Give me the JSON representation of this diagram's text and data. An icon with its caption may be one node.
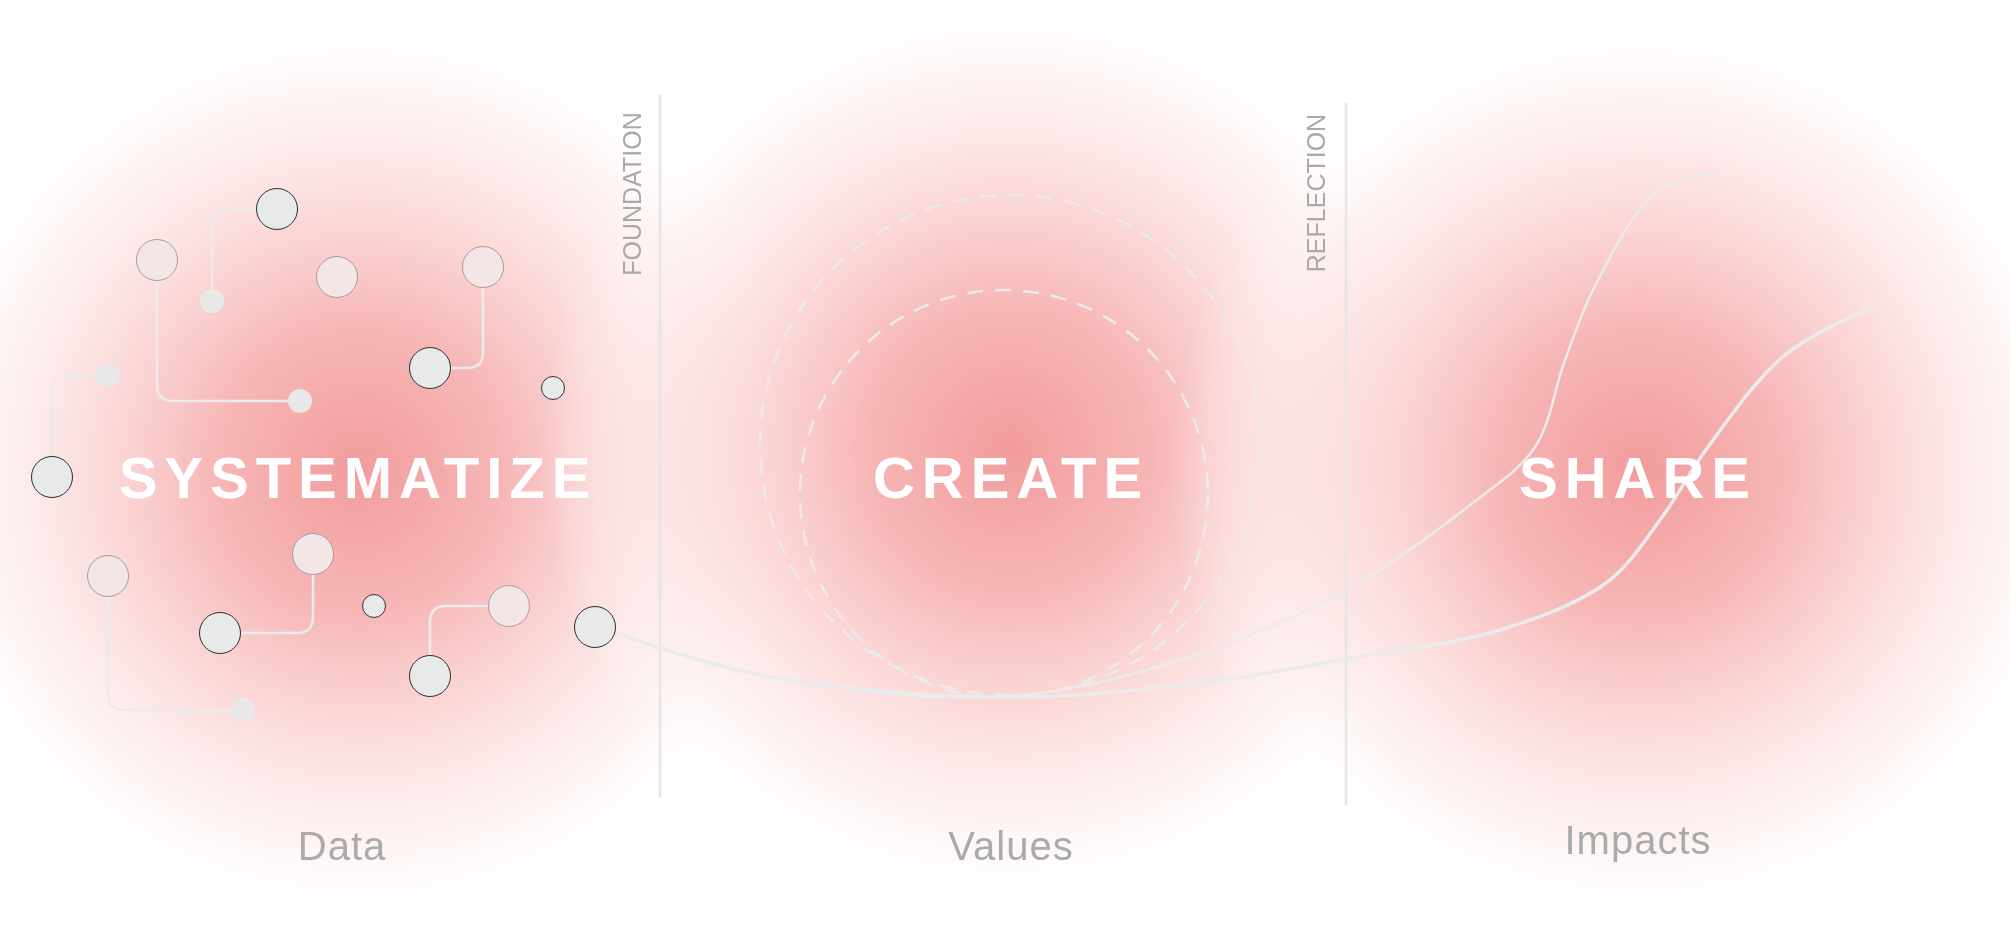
{
  "diagram": {
    "nodes": [
      {
        "text": [],
        "shape": "circle"
      },
      {
        "text": [],
        "shape": "circle"
      },
      {
        "text": [],
        "shape": "circle"
      },
      {
        "text": [],
        "shape": "circle"
      },
      {
        "text": [],
        "shape": "circle"
      },
      {
        "text": [],
        "shape": "circle"
      },
      {
        "text": [],
        "shape": "circle"
      },
      {
        "text": [],
        "shape": "circle"
      },
      {
        "text": [],
        "shape": "circle"
      },
      {
        "text": [],
        "shape": "circle"
      },
      {
        "text": [],
        "shape": "circle"
      },
      {
        "text": [],
        "shape": "circle"
      },
      {
        "text": [],
        "shape": "circle"
      },
      {
        "text": [],
        "shape": "circle"
      },
      {
        "text": [],
        "shape": "circle"
      },
      {
        "text": [],
        "shape": "circle"
      },
      {
        "text": [],
        "shape": "circle"
      },
      {
        "text": [],
        "shape": "circle"
      }
    ],
    "edges": [
      {
        "from": 4,
        "to": 0,
        "arrow": "none"
      },
      {
        "from": 1,
        "to": 8,
        "arrow": "none"
      },
      {
        "from": 2,
        "to": 5,
        "arrow": "none"
      },
      {
        "from": 9,
        "to": 6,
        "arrow": "none"
      },
      {
        "from": 11,
        "to": 17,
        "arrow": "none"
      },
      {
        "from": 10,
        "to": 15,
        "arrow": "none"
      },
      {
        "from": 13,
        "to": 16,
        "arrow": "none"
      },
      {
        "from": 14,
        "to": null,
        "arrow": "none"
      },
      {
        "from": 14,
        "to": null,
        "arrow": "none"
      }
    ],
    "labels": [
      "FOUNDATION",
      "REFLECTION",
      "SYSTEMATIZE",
      "CREATE",
      "SHARE",
      "Data",
      "Values",
      "Impacts"
    ]
  }
}
